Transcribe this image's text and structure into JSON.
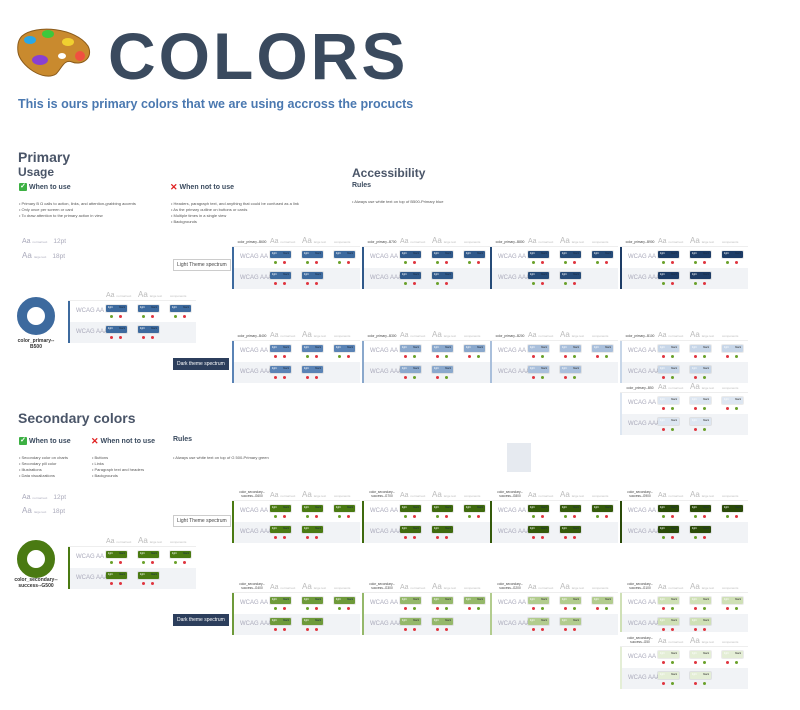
{
  "header": {
    "title": "COLORS",
    "subtitle": "This is ours primary colors that we are using accross the procucts",
    "logo_icon": "palette-icon"
  },
  "primary": {
    "heading": "Primary",
    "usage": "Usage",
    "when_to_use": {
      "title": "When to use",
      "items": [
        "Primary B Ω calls to action, links, and attention-grabbing accents",
        "Only once per screen or card",
        "To draw attention to the primary action in view"
      ]
    },
    "when_not_to_use": {
      "title": "When not to use",
      "items": [
        "Headers, paragraph text, and anything that could be confused as a link",
        "As the primary outline on buttons or cards",
        "Multiple times in a single view",
        "Backgrounds"
      ]
    },
    "accessibility": {
      "title": "Accessibility",
      "rules_title": "Rules",
      "rules": [
        "Always use white text on top of B500-Primary blue"
      ]
    },
    "type_scale": [
      {
        "aa": "Aa",
        "name": "normal text",
        "size": "12pt"
      },
      {
        "aa": "Aa",
        "name": "large text",
        "size": "18pt"
      }
    ],
    "base": {
      "label": "color_primary--B500",
      "color": "#3d6a9e"
    },
    "light_btn": "Light Theme spectrum",
    "dark_btn": "Dark theme spectrum"
  },
  "secondary": {
    "heading": "Secondary colors",
    "when_to_use": {
      "title": "When to use",
      "items": [
        "Secondary color on charts",
        "Secondary pill color",
        "Illustrations",
        "Data visualizations"
      ]
    },
    "when_not_to_use": {
      "title": "When not to use",
      "items": [
        "Buttons",
        "Links",
        "Paragraph text and headers",
        "Backgrounds"
      ]
    },
    "rules_title": "Rules",
    "rules": [
      "Always use white text on top of G 500-Primary green"
    ],
    "type_scale": [
      {
        "aa": "Aa",
        "name": "normal text",
        "size": "12pt"
      },
      {
        "aa": "Aa",
        "name": "large text",
        "size": "18pt"
      }
    ],
    "base": {
      "label": "color_secondary--success--G500",
      "color": "#4a7a12"
    },
    "light_btn": "Light Theme spectrum",
    "dark_btn": "Dark theme spectrum"
  },
  "table": {
    "col_normal": "normal text",
    "col_large": "large text",
    "col_components": "components",
    "aa_glyph": "Aa",
    "row_aa": "WCAG AA",
    "row_aaa": "WCAG AAA",
    "sw_light": "light",
    "sw_dark": "black"
  },
  "mini_cards": [
    {
      "color": "#3d6a9e",
      "aa": [
        [
          1,
          0
        ],
        [
          1,
          0
        ],
        [
          1,
          0
        ]
      ],
      "aaa": [
        [
          0,
          0
        ],
        [
          0,
          0
        ]
      ]
    },
    {
      "color": "#4a7a12",
      "aa": [
        [
          1,
          0
        ],
        [
          1,
          0
        ],
        [
          1,
          0
        ]
      ],
      "aaa": [
        [
          0,
          0
        ],
        [
          0,
          0
        ]
      ]
    }
  ],
  "cards": [
    {
      "label": "color_primary--B600",
      "color": "#3d6a9e",
      "aa": [
        [
          1,
          0
        ],
        [
          1,
          0
        ],
        [
          1,
          0
        ]
      ],
      "aaa": [
        [
          0,
          0
        ],
        [
          0,
          0
        ]
      ]
    },
    {
      "label": "color_primary--B700",
      "color": "#30598a",
      "aa": [
        [
          1,
          0
        ],
        [
          1,
          0
        ],
        [
          1,
          0
        ]
      ],
      "aaa": [
        [
          1,
          0
        ],
        [
          1,
          0
        ]
      ]
    },
    {
      "label": "color_primary--B800",
      "color": "#264b78",
      "aa": [
        [
          1,
          0
        ],
        [
          1,
          0
        ],
        [
          1,
          0
        ]
      ],
      "aaa": [
        [
          1,
          0
        ],
        [
          1,
          0
        ]
      ]
    },
    {
      "label": "color_primary--B900",
      "color": "#1d3c66",
      "aa": [
        [
          1,
          0
        ],
        [
          1,
          0
        ],
        [
          1,
          0
        ]
      ],
      "aaa": [
        [
          1,
          0
        ],
        [
          1,
          0
        ]
      ]
    },
    {
      "label": "color_primary--B400",
      "color": "#5a83b5",
      "aa": [
        [
          0,
          0
        ],
        [
          1,
          0
        ],
        [
          1,
          0
        ]
      ],
      "aaa": [
        [
          0,
          0
        ],
        [
          0,
          0
        ]
      ]
    },
    {
      "label": "color_primary--B300",
      "color": "#8aa8cc",
      "aa": [
        [
          0,
          1
        ],
        [
          0,
          1
        ],
        [
          0,
          1
        ]
      ],
      "aaa": [
        [
          0,
          1
        ],
        [
          0,
          1
        ]
      ]
    },
    {
      "label": "color_primary--B200",
      "color": "#a9bfdb",
      "aa": [
        [
          0,
          1
        ],
        [
          0,
          1
        ],
        [
          0,
          1
        ]
      ],
      "aaa": [
        [
          0,
          1
        ],
        [
          0,
          1
        ]
      ]
    },
    {
      "label": "color_primary--B100",
      "color": "#c7d6e8",
      "aa": [
        [
          0,
          1
        ],
        [
          0,
          1
        ],
        [
          0,
          1
        ]
      ],
      "aaa": [
        [
          0,
          1
        ],
        [
          0,
          1
        ]
      ]
    },
    {
      "label": "color_primary--B50",
      "color": "#dde6f1",
      "aa": [
        [
          0,
          1
        ],
        [
          0,
          1
        ],
        [
          0,
          1
        ]
      ],
      "aaa": [
        [
          0,
          1
        ],
        [
          0,
          1
        ]
      ]
    },
    {
      "label": "color_secondary--success--G600",
      "color": "#4a7a12",
      "aa": [
        [
          1,
          0
        ],
        [
          1,
          0
        ],
        [
          1,
          0
        ]
      ],
      "aaa": [
        [
          0,
          0
        ],
        [
          0,
          0
        ]
      ]
    },
    {
      "label": "color_secondary--success--G700",
      "color": "#3f6a0e",
      "aa": [
        [
          1,
          0
        ],
        [
          1,
          0
        ],
        [
          1,
          0
        ]
      ],
      "aaa": [
        [
          0,
          0
        ],
        [
          0,
          0
        ]
      ]
    },
    {
      "label": "color_secondary--success--G800",
      "color": "#345a0a",
      "aa": [
        [
          1,
          0
        ],
        [
          1,
          0
        ],
        [
          1,
          0
        ]
      ],
      "aaa": [
        [
          0,
          0
        ],
        [
          0,
          0
        ]
      ]
    },
    {
      "label": "color_secondary--success--G900",
      "color": "#2a4a08",
      "aa": [
        [
          1,
          0
        ],
        [
          1,
          0
        ],
        [
          1,
          0
        ]
      ],
      "aaa": [
        [
          1,
          0
        ],
        [
          1,
          0
        ]
      ]
    },
    {
      "label": "color_secondary--success--G400",
      "color": "#6e9a3a",
      "aa": [
        [
          1,
          0
        ],
        [
          1,
          0
        ],
        [
          1,
          0
        ]
      ],
      "aaa": [
        [
          0,
          0
        ],
        [
          0,
          0
        ]
      ]
    },
    {
      "label": "color_secondary--success--G300",
      "color": "#95b86a",
      "aa": [
        [
          0,
          1
        ],
        [
          0,
          1
        ],
        [
          0,
          1
        ]
      ],
      "aaa": [
        [
          0,
          0
        ],
        [
          0,
          0
        ]
      ]
    },
    {
      "label": "color_secondary--success--G200",
      "color": "#b2cc8e",
      "aa": [
        [
          0,
          1
        ],
        [
          0,
          1
        ],
        [
          0,
          1
        ]
      ],
      "aaa": [
        [
          0,
          0
        ],
        [
          0,
          0
        ]
      ]
    },
    {
      "label": "color_secondary--success--G100",
      "color": "#cfe0b6",
      "aa": [
        [
          0,
          1
        ],
        [
          0,
          1
        ],
        [
          0,
          1
        ]
      ],
      "aaa": [
        [
          0,
          0
        ],
        [
          0,
          0
        ]
      ]
    },
    {
      "label": "color_secondary--success--G50",
      "color": "#e4eed6",
      "aa": [
        [
          0,
          1
        ],
        [
          0,
          1
        ],
        [
          0,
          1
        ]
      ],
      "aaa": [
        [
          0,
          1
        ],
        [
          0,
          1
        ]
      ]
    }
  ]
}
